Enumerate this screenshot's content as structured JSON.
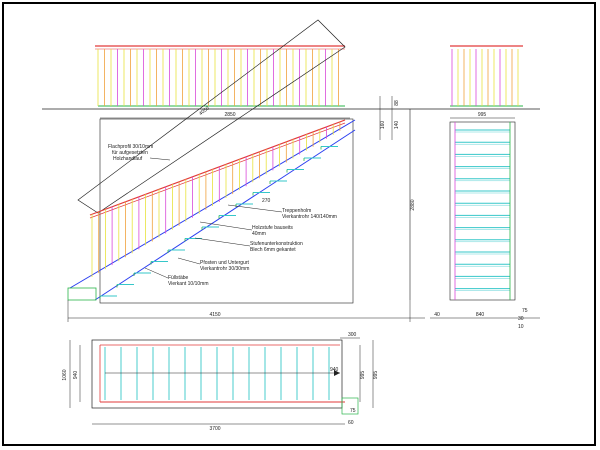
{
  "colors": {
    "line": "#222222",
    "handrail": "#e23a3a",
    "baluster_yellow": "#e8e23c",
    "baluster_orange": "#f0a23c",
    "baluster_magenta": "#d94ad9",
    "step_cyan": "#36c7c9",
    "step_green": "#2ab54a",
    "stringer_blue": "#2b3ff0"
  },
  "side_view": {
    "dim_top": "2850",
    "dim_diag": "4050",
    "dim_total": "4150",
    "dim_height": "2880",
    "dim_right_top": "88",
    "dim_right_mid_a": "160",
    "dim_right_mid_b": "140",
    "dim_step": "270",
    "label_flachprofil": [
      "Flachprofil 30/10mm",
      "für aufgesetzten",
      "Holzhandlauf"
    ],
    "label_treppenholm": [
      "Treppenholm",
      "Vierkantrohr 140/140mm"
    ],
    "label_holzstufe": [
      "Holzstufe bauseits",
      "40mm"
    ],
    "label_stufenunter": [
      "Stufenunterkonstruktion",
      "Blech 6mm gekantet"
    ],
    "label_pfosten": [
      "Pfosten und Untergurt",
      "Vierkantrohr 30/30mm"
    ],
    "label_fuellstaebe": [
      "Füllstäbe",
      "Vierkant 10/10mm"
    ]
  },
  "end_view": {
    "dim_width": "995",
    "dim_inner": "840",
    "dim_left": "40",
    "dim_r1": "75",
    "dim_r2": "30",
    "dim_r3": "10"
  },
  "plan_view": {
    "dim_length": "3700",
    "dim_left_outer": "1060",
    "dim_left_inner": "940",
    "dim_mid": "940",
    "dim_right_a": "995",
    "dim_right_b": "995",
    "dim_top_right": "300",
    "dim_bot_right_a": "75",
    "dim_bot_right_b": "60"
  }
}
